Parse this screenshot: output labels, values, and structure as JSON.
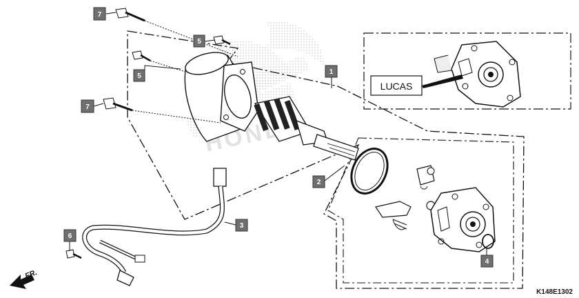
{
  "diagram": {
    "callouts": [
      {
        "id": "7a",
        "text": "7"
      },
      {
        "id": "5a",
        "text": "5"
      },
      {
        "id": "5b",
        "text": "5"
      },
      {
        "id": "7b",
        "text": "7"
      },
      {
        "id": "1",
        "text": "1"
      },
      {
        "id": "2",
        "text": "2"
      },
      {
        "id": "3",
        "text": "3"
      },
      {
        "id": "6",
        "text": "6"
      },
      {
        "id": "4",
        "text": "4"
      }
    ],
    "inset_label": "LUCAS",
    "drawing_code": "K148E1302",
    "direction_label": "FR."
  },
  "colors": {
    "line": "#111111",
    "callout_fill": "#6f6f6f",
    "watermark": "#c8c8c8",
    "brush_dark": "#222222"
  },
  "icons": {
    "direction_arrow": "front-arrow-icon"
  }
}
